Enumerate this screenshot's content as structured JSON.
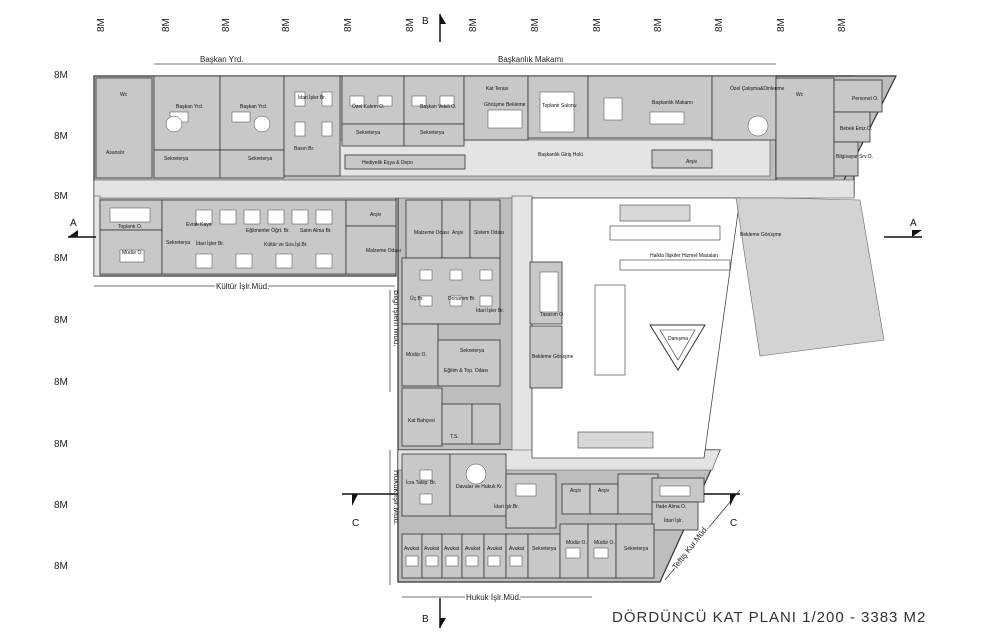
{
  "title": "DÖRDÜNCÜ KAT PLANI 1/200 - 3383 M2",
  "grid_label": "8M",
  "section_marks": {
    "a": "A",
    "b": "B",
    "c": "C"
  },
  "dimension_labels": {
    "baskan_yrd": "Başkan Yrd.",
    "baskanlik_makami": "Başkanlık Makamı",
    "kultur": "Kültür İşlr.Müd.",
    "bilgi_islem": "Bilgi İşlem Müd.",
    "hukuk_vertical": "Hukuk İşlr.Müd.",
    "hukuk_bottom": "Hukuk İşlr.Müd.",
    "teftis": "Teftiş Kur.Müd."
  },
  "rooms": {
    "baskan_yrd_1": "Başkan Yrd.",
    "baskan_yrd_2": "Başkan Yrd.",
    "sekreterya_1": "Sekreterya",
    "sekreterya_2": "Sekreterya",
    "idari_isler_br": "İdari İşler Br.",
    "basin_br": "Basın Br.",
    "ozel_kalem": "Özel Kalem O.",
    "baskan_vekili": "Başkan Vekili O.",
    "sekreterya_3": "Sekreterya",
    "sekreterya_4": "Sekreterya",
    "kat_terasi": "Kat Terası",
    "gorusme_bekleme": "Görüşme Bekleme",
    "toplanti_salonu": "Toplantı Salonu",
    "baskanlik_makami": "Başkanlık Makamı",
    "ozel_calisma": "Özel Çalışma&Dinlenme",
    "hediyelik": "Hediyelik Eşya & Depo",
    "baskanlik_giris": "Başkanlık Giriş Holü",
    "arsiv_1": "Arşiv",
    "personel": "Personel O.",
    "bebek_emz": "Bebek Emz.O.",
    "bilgisayar": "Bilgisayar Srv.O.",
    "toplanti_o": "Toplantı O.",
    "mudur_o_1": "Müdür O.",
    "sekreterya_5": "Sekreterya",
    "evrak_kayit": "Evrak Kayıt",
    "idari_isler_2": "İdari İşler Br.",
    "egitmenler": "Eğitmenler Öğrt. Br.",
    "satin_alma": "Satın Alma Br.",
    "kultur_sos": "Kültür ve Sos.İşl.Br.",
    "arsiv_2": "Arşiv",
    "malzeme_odasi_1": "Malzeme Odası",
    "malzeme_odasi_2": "Malzeme Odası",
    "arsiv_3": "Arşiv",
    "sistem_odasi": "Sistem Odası",
    "ucu_br": "Üç Br.",
    "donanim_br": "Donanım Br.",
    "idari_isler_3": "İdari İşler Br.",
    "mudur_o_2": "Müdür O.",
    "sekreterya_6": "Sekreterya",
    "egitim_top": "Eğitim & Top. Odası",
    "tasarim": "Tasarım O.",
    "bekleme_gorusme": "Bekleme Görüşme",
    "kat_bahcesi": "Kat Bahçesi",
    "ts": "T.S.",
    "icra_takip": "İcra Takip. Br.",
    "davalar": "Davalar ve Hukuk Kr.",
    "idari_isler_4": "İdari İşlr.Br.",
    "arsiv_4": "Arşiv",
    "arsiv_5": "Arşiv",
    "avukat_1": "Avukat",
    "avukat_2": "Avukat",
    "avukat_3": "Avukat",
    "avukat_4": "Avukat",
    "avukat_5": "Avukat",
    "avukat_6": "Avukat",
    "sekreterya_7": "Sekreterya",
    "mudur_o_3": "Müdür O.",
    "mudur_o_4": "Müdür O.",
    "sekreterya_8": "Sekreterya",
    "ifade_alma": "İfade Alma O.",
    "idari_isler_5": "İdari İşlr.",
    "bekleme_gorusme_2": "Bekleme Görüşme",
    "halka_iliskiler": "Halkla İlişkiler Hizmet Masaları",
    "danisma": "Danışma",
    "wc": "Wc",
    "asansor": "Asansör"
  }
}
